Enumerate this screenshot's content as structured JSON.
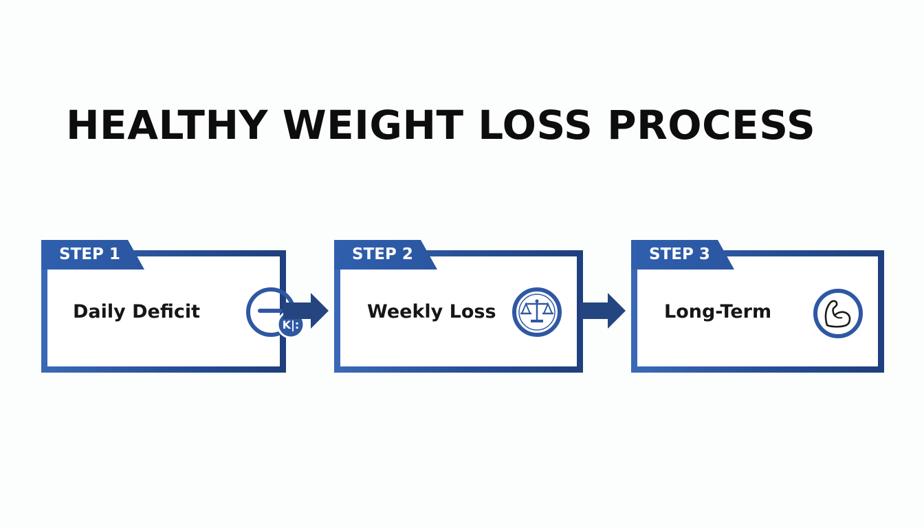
{
  "title": "HEALTHY WEIGHT LOSS PROCESS",
  "steps": [
    {
      "tab": "STEP 1",
      "label": "Daily Deficit",
      "icon": "calorie-deficit-icon"
    },
    {
      "tab": "STEP 2",
      "label": "Weekly Loss",
      "icon": "scale-icon"
    },
    {
      "tab": "STEP 3",
      "label": "Long-Term",
      "icon": "flexed-arm-icon"
    }
  ],
  "colors": {
    "primary": "#2f58a3",
    "dark": "#1f3f7e",
    "text": "#0d0d0d",
    "background": "#fcfdfd"
  }
}
